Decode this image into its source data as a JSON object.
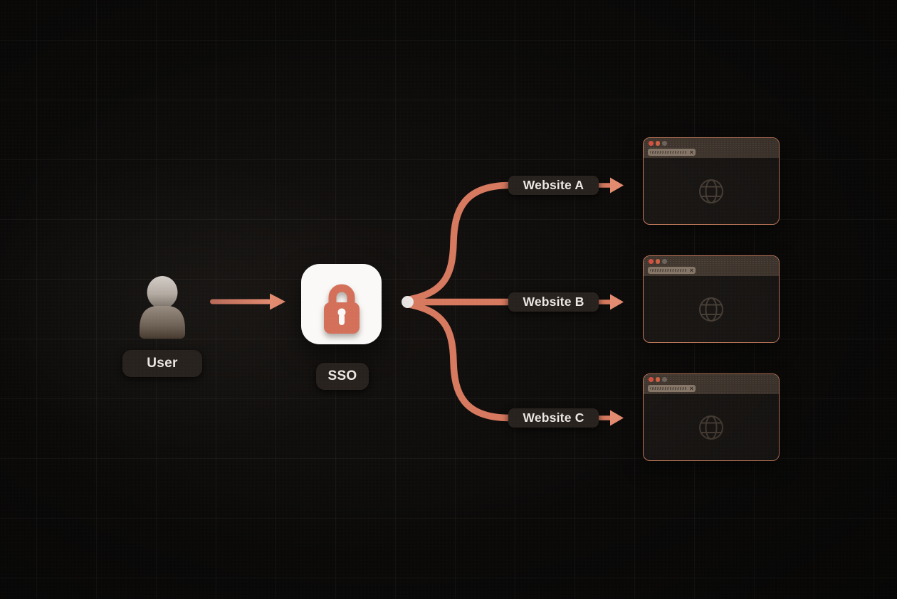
{
  "diagram": {
    "user": {
      "label": "User"
    },
    "sso": {
      "label": "SSO"
    },
    "websites": [
      {
        "label": "Website A"
      },
      {
        "label": "Website B"
      },
      {
        "label": "Website C"
      }
    ]
  },
  "icons": {
    "user_icon": "person-silhouette",
    "lock_icon": "padlock",
    "globe_icon": "globe-wireframe",
    "branch_dot": "connector-node",
    "window_close_icon": "×",
    "window_traffic_lights": [
      "red",
      "orange",
      "gray"
    ]
  },
  "colors": {
    "accent": "#d6795f",
    "accent_bright": "#e28b70",
    "accent_dim": "#b76a58",
    "background": "#0b0a09",
    "card_bg": "#fbf9f7",
    "lock": "#d4705a",
    "pill_bg": "#28221f",
    "pill_text": "#ece7e2",
    "window_border": "#c17a5c",
    "window_bg": "#191614",
    "titlebar_bg": "#40362e",
    "tab_bg": "#857668",
    "dot_red": "#d25041",
    "dot_orange": "#cd6143",
    "dot_gray": "#6e635b",
    "branch_dot": "#e9e6e3",
    "globe": "#473e35"
  }
}
